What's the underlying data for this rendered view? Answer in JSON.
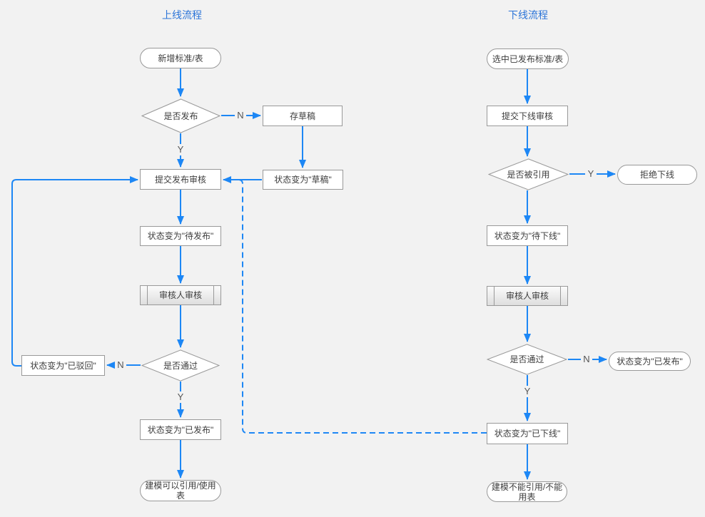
{
  "diagram": {
    "type": "flowchart",
    "colors": {
      "connector": "#1d87f5",
      "title": "#2b74d8",
      "shape_border": "#999999",
      "shape_fill": "#ffffff",
      "text": "#3d3d3d",
      "background": "#f2f2f2"
    },
    "flows": {
      "online": {
        "title": "上线流程",
        "nodes": {
          "start": "新增标准/表",
          "is_publish": "是否发布",
          "save_draft": "存草稿",
          "status_draft": "状态变为\"草稿\"",
          "submit_publish_review": "提交发布审核",
          "status_pending_publish": "状态变为\"待发布\"",
          "reviewer_review": "审核人审核",
          "is_pass": "是否通过",
          "status_rejected": "状态变为\"已驳回\"",
          "status_published": "状态变为\"已发布\"",
          "end": "建模可以引用/使用表"
        },
        "edge_labels": {
          "publish_no": "N",
          "publish_yes": "Y",
          "pass_no": "N",
          "pass_yes": "Y"
        }
      },
      "offline": {
        "title": "下线流程",
        "nodes": {
          "start": "选中已发布标准/表",
          "submit_offline_review": "提交下线审核",
          "is_referenced": "是否被引用",
          "reject_offline": "拒绝下线",
          "status_pending_offline": "状态变为\"待下线\"",
          "reviewer_review": "审核人审核",
          "is_pass": "是否通过",
          "status_published": "状态变为\"已发布\"",
          "status_offline": "状态变为\"已下线\"",
          "end": "建模不能引用/不能用表"
        },
        "edge_labels": {
          "referenced_yes": "Y",
          "pass_no": "N",
          "pass_yes": "Y"
        }
      }
    }
  }
}
